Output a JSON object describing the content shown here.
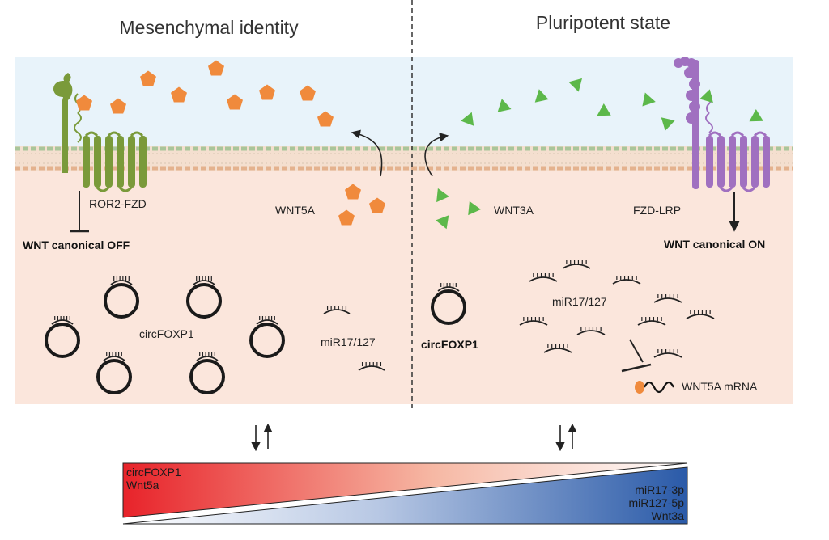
{
  "left_panel": {
    "title": "Mesenchymal identity",
    "receptor_label": "ROR2-FZD",
    "ligand_label": "WNT5A",
    "pathway_label": "WNT canonical OFF",
    "circ_label": "circFOXP1",
    "mirna_label": "miR17/127"
  },
  "right_panel": {
    "title": "Pluripotent state",
    "receptor_label": "FZD-LRP",
    "ligand_label": "WNT3A",
    "pathway_label": "WNT canonical ON",
    "circ_label": "circFOXP1",
    "mirna_label": "miR17/127",
    "mrna_label": "WNT5A mRNA"
  },
  "gradient_bar": {
    "left_labels": [
      "circFOXP1",
      "Wnt5a"
    ],
    "right_labels": [
      "miR17-3p",
      "miR127-5p",
      "Wnt3a"
    ]
  },
  "colors": {
    "extracellular": "#e8f3fa",
    "cytoplasm": "#fbe6dc",
    "wnt5a_ligand": "#f08a3c",
    "wnt3a_ligand": "#5cb84a",
    "ror2_receptor": "#7a9a3a",
    "fzd_lrp_receptor": "#a070c0",
    "high_red": "#e8232a",
    "high_blue": "#2a5aa8"
  }
}
